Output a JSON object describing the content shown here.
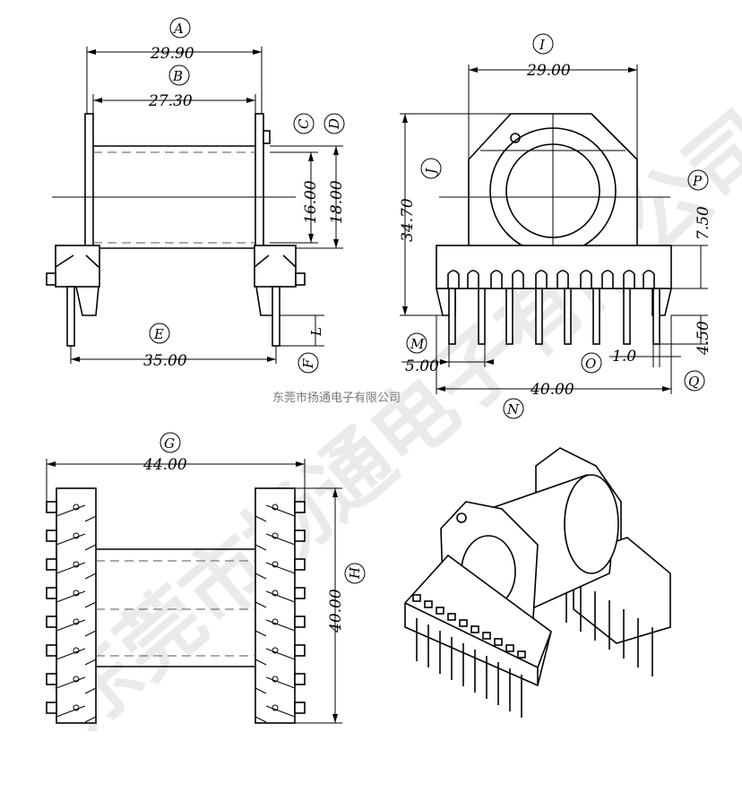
{
  "watermark": "东莞市扬通电子有限公司",
  "company_caption": "东莞市扬通电子有限公司",
  "labels": {
    "A": "A",
    "B": "B",
    "C": "C",
    "D": "D",
    "E": "E",
    "F": "F",
    "G": "G",
    "H": "H",
    "I": "I",
    "J": "J",
    "L": "L",
    "M": "M",
    "N": "N",
    "O": "O",
    "P": "P",
    "Q": "Q"
  },
  "dims": {
    "A": "29.90",
    "B": "27.30",
    "C": "16.00",
    "D": "18.00",
    "E": "35.00",
    "G": "44.00",
    "H": "40.00",
    "I": "29.00",
    "J": "34.70",
    "P": "7.50",
    "Q": "4.50",
    "M": "5.00",
    "O": "1.0",
    "N": "40.00"
  }
}
